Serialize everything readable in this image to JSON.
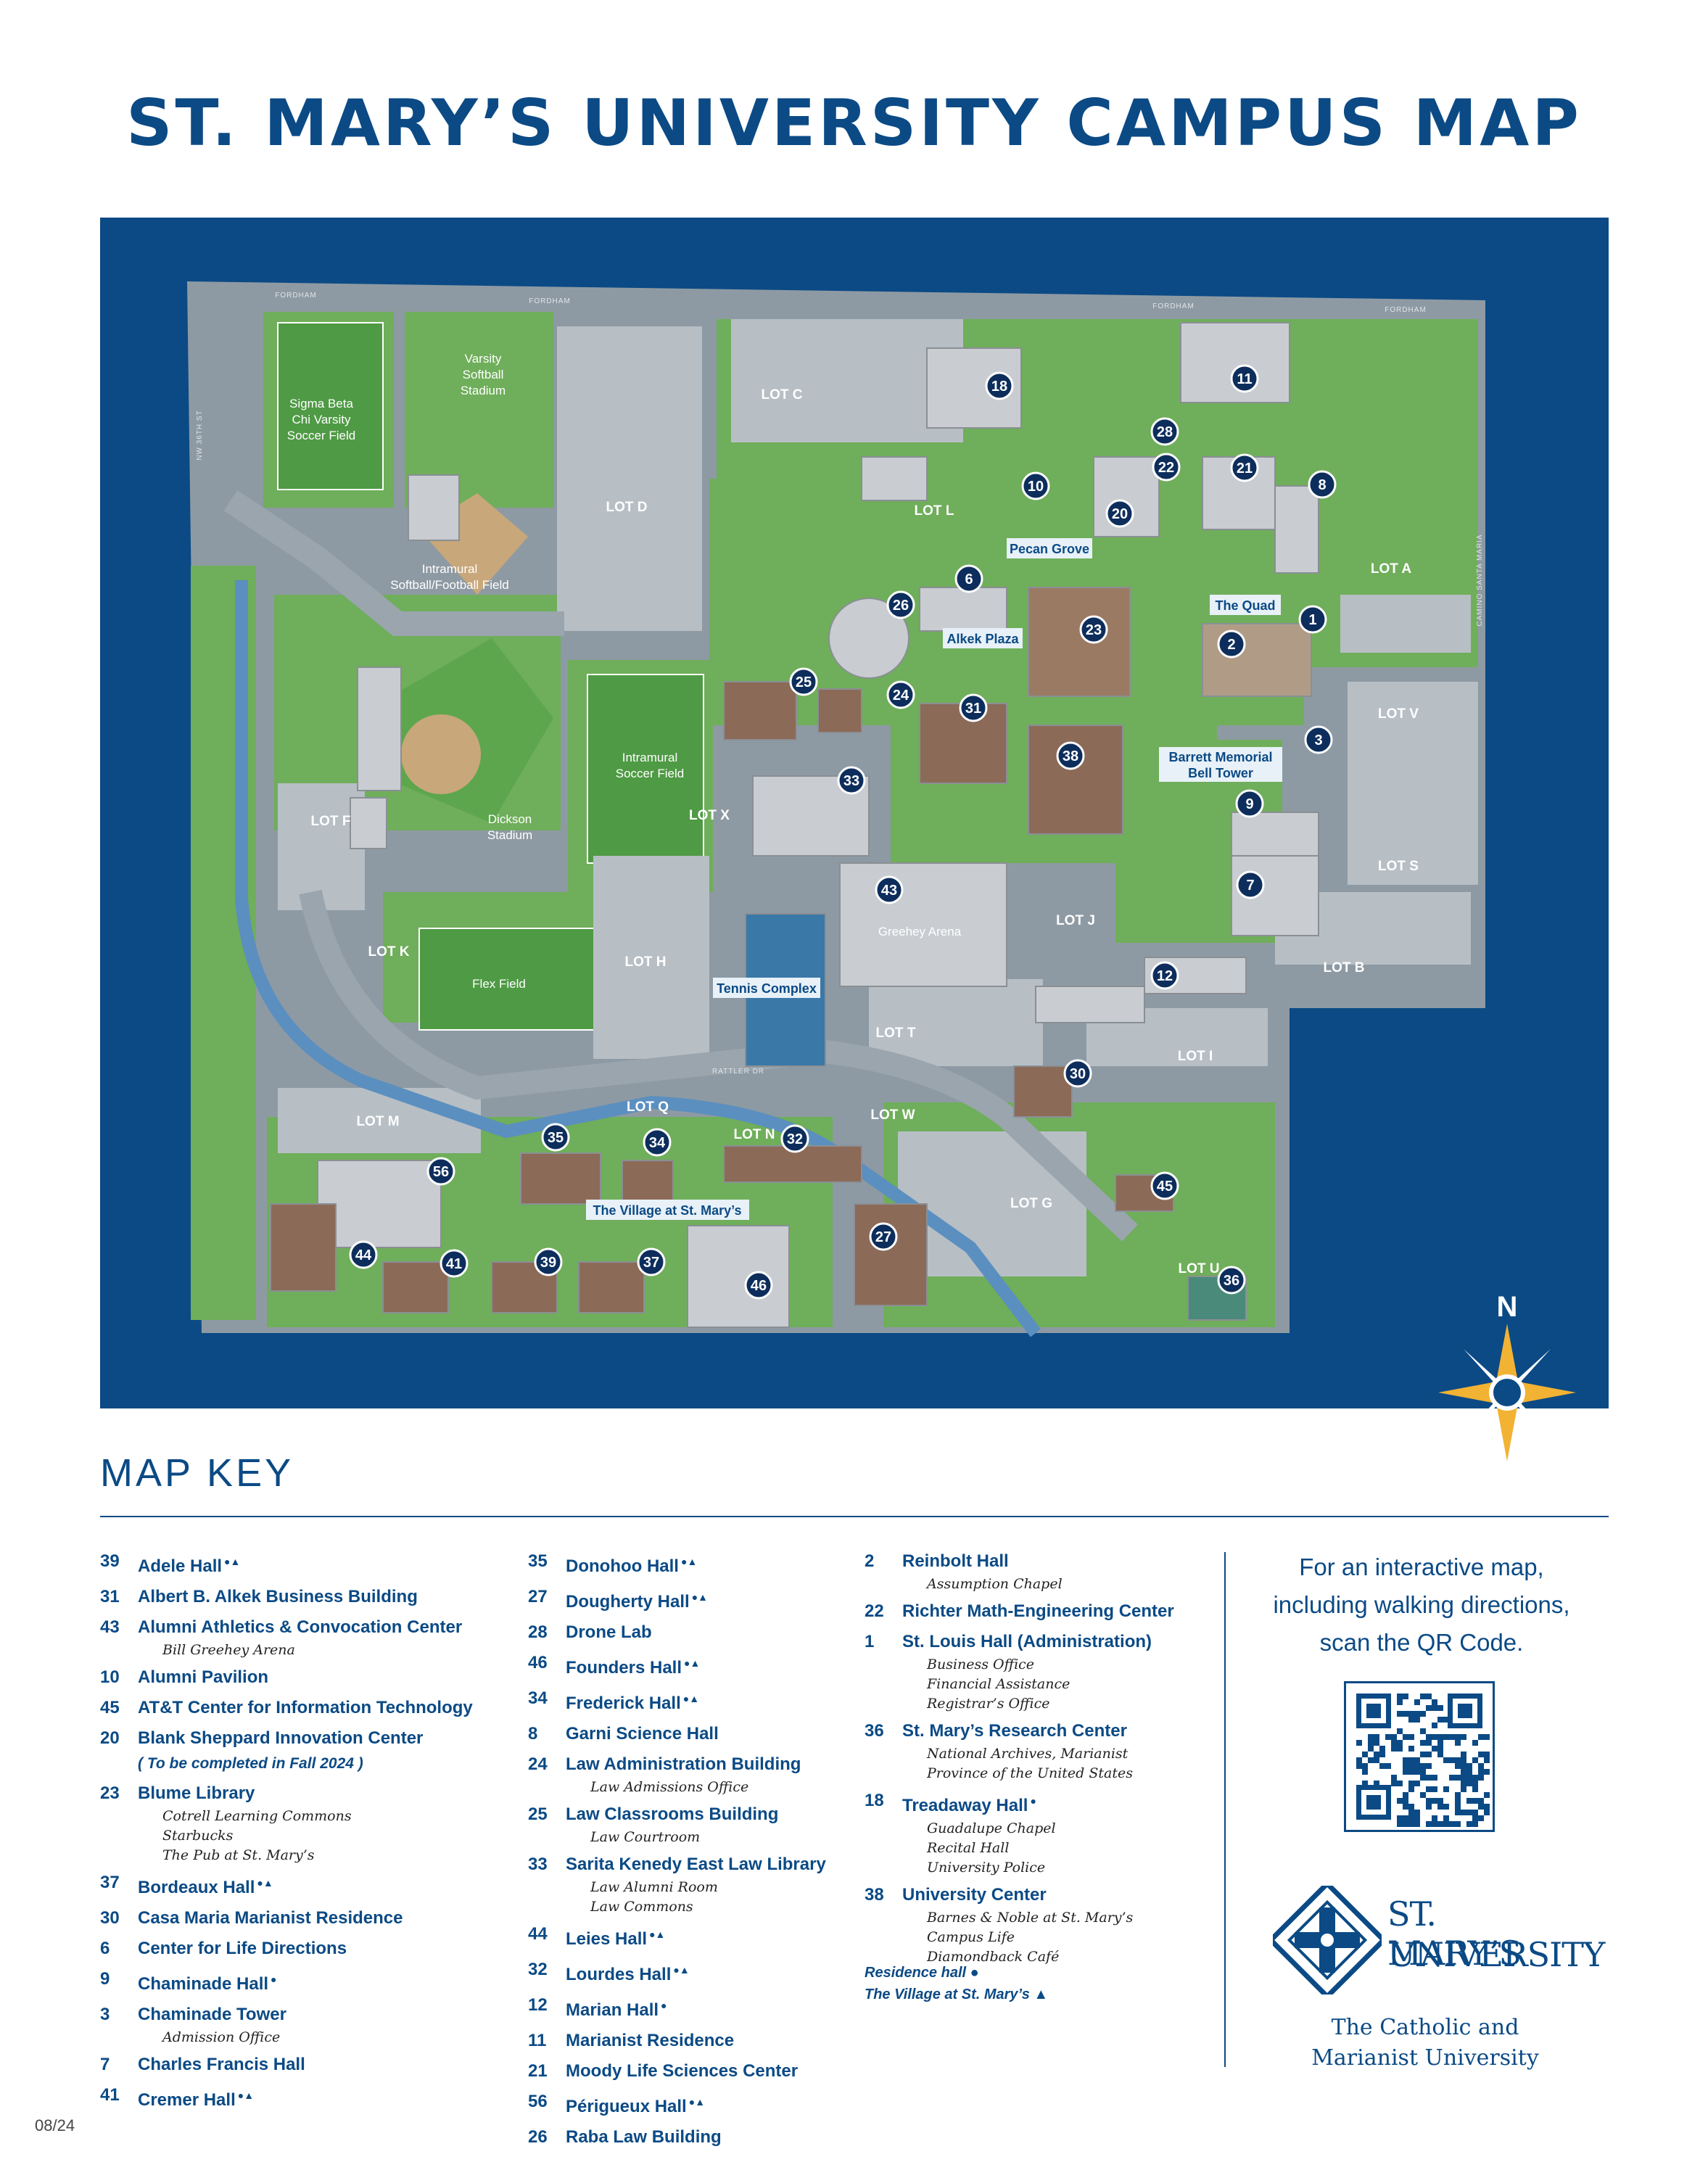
{
  "title": "ST. MARY’S UNIVERSITY CAMPUS MAP",
  "map": {
    "compass_label": "N",
    "streets": {
      "fordham": "FORDHAM",
      "camino": "CAMINO SANTA MARIA",
      "nw36": "NW 36TH ST",
      "rattler": "RATTLER DR"
    },
    "lots": {
      "c": "LOT C",
      "d": "LOT D",
      "l": "LOT L",
      "a": "LOT A",
      "v": "LOT V",
      "s": "LOT S",
      "b": "LOT B",
      "f": "LOT F",
      "k": "LOT K",
      "x": "LOT X",
      "h": "LOT H",
      "j": "LOT J",
      "t": "LOT T",
      "i": "LOT I",
      "m": "LOT M",
      "q": "LOT Q",
      "n": "LOT N",
      "w": "LOT W",
      "g": "LOT G",
      "u": "LOT U"
    },
    "fields": {
      "soccer": [
        "Sigma Beta",
        "Chi Varsity",
        "Soccer Field"
      ],
      "softball": [
        "Varsity",
        "Softball",
        "Stadium"
      ],
      "intramural_sb": [
        "Intramural",
        "Softball/Football Field"
      ],
      "dickson": [
        "Dickson",
        "Stadium"
      ],
      "intramural_soccer": [
        "Intramural",
        "Soccer Field"
      ],
      "flex": [
        "Flex Field"
      ],
      "greehey": [
        "Greehey Arena"
      ]
    },
    "plaques": {
      "pecan": "Pecan Grove",
      "quad": "The Quad",
      "alkek": "Alkek Plaza",
      "barrett1": "Barrett Memorial",
      "barrett2": "Bell Tower",
      "tennis": "Tennis Complex",
      "village": "The Village at St. Mary’s"
    },
    "pins": [
      "18",
      "11",
      "28",
      "22",
      "21",
      "8",
      "10",
      "20",
      "6",
      "26",
      "23",
      "2",
      "1",
      "25",
      "24",
      "31",
      "3",
      "38",
      "33",
      "9",
      "7",
      "43",
      "12",
      "30",
      "35",
      "34",
      "32",
      "56",
      "45",
      "27",
      "44",
      "41",
      "39",
      "37",
      "46",
      "36"
    ]
  },
  "map_key": {
    "title": "MAP KEY",
    "col1": [
      {
        "num": "39",
        "name": "Adele Hall",
        "marks": "●▲",
        "subs": []
      },
      {
        "num": "31",
        "name": "Albert B. Alkek Business Building",
        "marks": "",
        "subs": []
      },
      {
        "num": "43",
        "name": "Alumni Athletics & Convocation Center",
        "marks": "",
        "subs": [
          "Bill Greehey Arena"
        ]
      },
      {
        "num": "10",
        "name": "Alumni Pavilion",
        "marks": "",
        "subs": []
      },
      {
        "num": "45",
        "name": "AT&T Center for Information Technology",
        "marks": "",
        "subs": []
      },
      {
        "num": "20",
        "name": "Blank Sheppard Innovation Center",
        "marks": "",
        "subs": [],
        "note": "( To be completed in Fall 2024 )"
      },
      {
        "num": "23",
        "name": "Blume Library",
        "marks": "",
        "subs": [
          "Cotrell Learning Commons",
          "Starbucks",
          "The Pub at St. Mary’s"
        ]
      },
      {
        "num": "37",
        "name": "Bordeaux Hall",
        "marks": "●▲",
        "subs": []
      },
      {
        "num": "30",
        "name": "Casa Maria Marianist Residence",
        "marks": "",
        "subs": []
      },
      {
        "num": "6",
        "name": "Center for Life Directions",
        "marks": "",
        "subs": []
      },
      {
        "num": "9",
        "name": "Chaminade Hall",
        "marks": "●",
        "subs": []
      },
      {
        "num": "3",
        "name": "Chaminade Tower",
        "marks": "",
        "subs": [
          "Admission Office"
        ]
      },
      {
        "num": "7",
        "name": "Charles Francis Hall",
        "marks": "",
        "subs": []
      },
      {
        "num": "41",
        "name": "Cremer Hall",
        "marks": "●▲",
        "subs": []
      }
    ],
    "col2": [
      {
        "num": "35",
        "name": "Donohoo Hall",
        "marks": "●▲",
        "subs": []
      },
      {
        "num": "27",
        "name": "Dougherty Hall",
        "marks": "●▲",
        "subs": []
      },
      {
        "num": "28",
        "name": "Drone Lab",
        "marks": "",
        "subs": []
      },
      {
        "num": "46",
        "name": "Founders Hall",
        "marks": "●▲",
        "subs": []
      },
      {
        "num": "34",
        "name": "Frederick Hall",
        "marks": "●▲",
        "subs": []
      },
      {
        "num": "8",
        "name": "Garni Science Hall",
        "marks": "",
        "subs": []
      },
      {
        "num": "24",
        "name": "Law Administration Building",
        "marks": "",
        "subs": [
          "Law Admissions Office"
        ]
      },
      {
        "num": "25",
        "name": "Law Classrooms Building",
        "marks": "",
        "subs": [
          "Law Courtroom"
        ]
      },
      {
        "num": "33",
        "name": "Sarita Kenedy East Law Library",
        "marks": "",
        "subs": [
          "Law Alumni Room",
          "Law Commons"
        ]
      },
      {
        "num": "44",
        "name": "Leies Hall",
        "marks": "●▲",
        "subs": []
      },
      {
        "num": "32",
        "name": "Lourdes Hall",
        "marks": "●▲",
        "subs": []
      },
      {
        "num": "12",
        "name": "Marian Hall",
        "marks": "●",
        "subs": []
      },
      {
        "num": "11",
        "name": "Marianist Residence",
        "marks": "",
        "subs": []
      },
      {
        "num": "21",
        "name": "Moody Life Sciences Center",
        "marks": "",
        "subs": []
      },
      {
        "num": "56",
        "name": "Périgueux Hall",
        "marks": "●▲",
        "subs": []
      },
      {
        "num": "26",
        "name": "Raba Law Building",
        "marks": "",
        "subs": []
      }
    ],
    "col3": [
      {
        "num": "2",
        "name": "Reinbolt Hall",
        "marks": "",
        "subs": [
          "Assumption Chapel"
        ]
      },
      {
        "num": "22",
        "name": "Richter Math-Engineering Center",
        "marks": "",
        "subs": []
      },
      {
        "num": "1",
        "name": "St. Louis Hall (Administration)",
        "marks": "",
        "subs": [
          "Business Office",
          "Financial Assistance",
          "Registrar’s Office"
        ]
      },
      {
        "num": "36",
        "name": "St. Mary’s Research Center",
        "marks": "",
        "subs": [
          "National Archives, Marianist",
          "Province of the United States"
        ]
      },
      {
        "num": "18",
        "name": "Treadaway Hall",
        "marks": "●",
        "subs": [
          "Guadalupe Chapel",
          "Recital Hall",
          "University Police"
        ]
      },
      {
        "num": "38",
        "name": "University Center",
        "marks": "",
        "subs": [
          "Barnes & Noble at St. Mary’s",
          "Campus Life",
          "Diamondback Café"
        ]
      }
    ],
    "legend": {
      "residence": "Residence hall ●",
      "village": "The Village at St. Mary’s ▲"
    }
  },
  "qr": {
    "line1": "For an interactive map,",
    "line2": "including walking directions,",
    "line3": "scan the QR Code."
  },
  "logo": {
    "line1": "ST. MARY’S",
    "line2": "UNIVERSITY"
  },
  "tagline": {
    "line1": "The Catholic and",
    "line2": "Marianist University"
  },
  "date_code": "08/24",
  "colors": {
    "brand_blue": "#0b4a85",
    "compass_gold": "#f2b233",
    "grass": "#6fae5a",
    "road": "#8e9aa3",
    "pin": "#0d2e5c"
  }
}
